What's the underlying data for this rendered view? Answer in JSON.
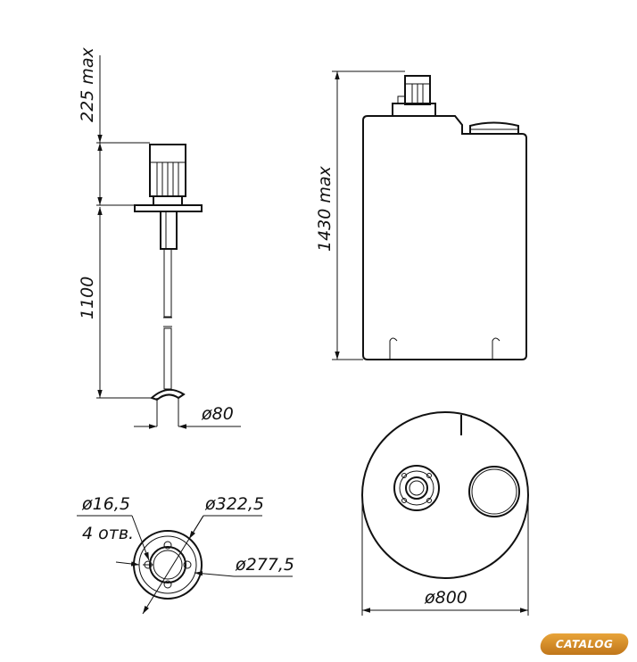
{
  "dimensions": {
    "mixer_top_max": "225 max",
    "mixer_shaft_length": "1100",
    "impeller_diameter": "ø80",
    "tank_height_max": "1430 max",
    "tank_diameter": "ø800",
    "flange_hole_diameter": "ø16,5",
    "flange_hole_count": "4 отв.",
    "flange_outer_diameter": "ø322,5",
    "flange_bolt_circle": "ø277,5"
  },
  "logo": {
    "text": "CATALOG"
  }
}
